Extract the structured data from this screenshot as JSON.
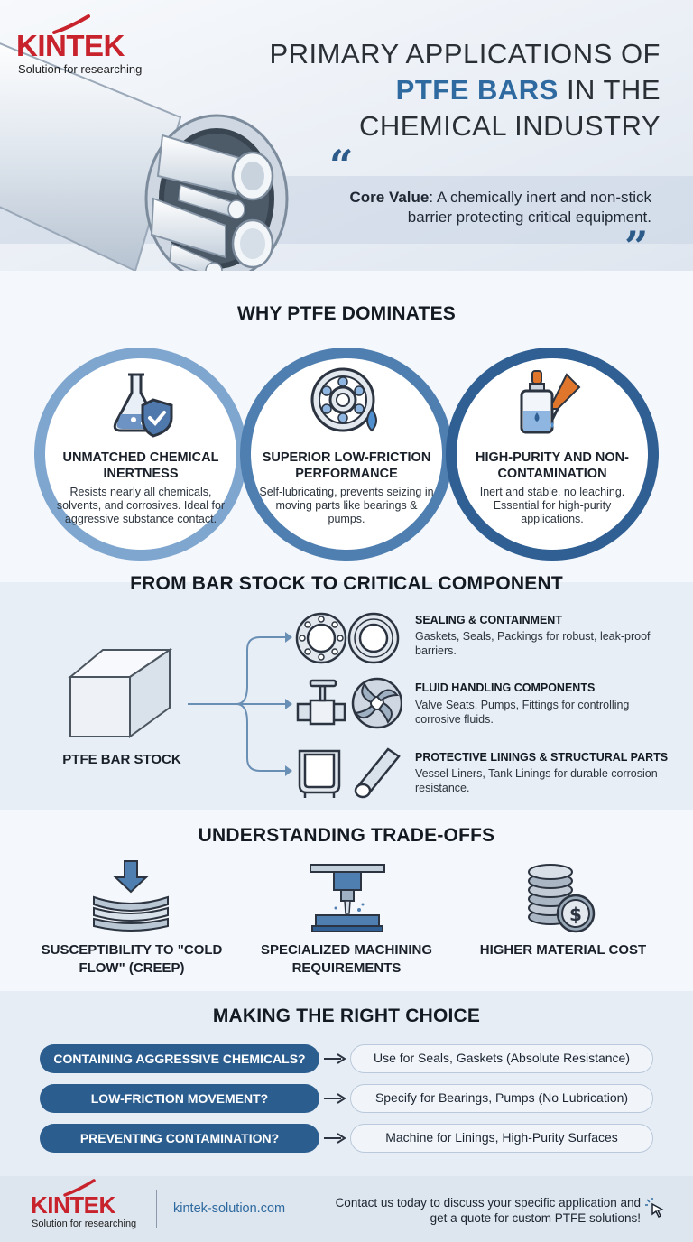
{
  "brand": {
    "name": "KINTEK",
    "tagline": "Solution for researching"
  },
  "header": {
    "title_line1": "PRIMARY APPLICATIONS OF",
    "title_highlight": "PTFE BARS",
    "title_line2_rest": " IN THE",
    "title_line3": "CHEMICAL INDUSTRY",
    "core_label": "Core Value",
    "core_text": ": A chemically inert and non-stick barrier protecting critical equipment.",
    "quote_open": "“",
    "quote_close": "”"
  },
  "why": {
    "heading": "WHY PTFE DOMINATES",
    "items": [
      {
        "title": "UNMATCHED CHEMICAL INERTNESS",
        "desc": "Resists nearly all chemicals, solvents, and corrosives. Ideal for aggressive substance contact.",
        "icon": "flask-shield-icon"
      },
      {
        "title": "SUPERIOR LOW-FRICTION PERFORMANCE",
        "desc": "Self-lubricating, prevents seizing in moving parts like bearings & pumps.",
        "icon": "bearing-icon"
      },
      {
        "title": "HIGH-PURITY AND NON-CONTAMINATION",
        "desc": "Inert and stable, no leaching. Essential for high-purity applications.",
        "icon": "dropper-bottle-icon"
      }
    ]
  },
  "components": {
    "heading": "FROM BAR STOCK TO CRITICAL COMPONENT",
    "source_label": "PTFE BAR STOCK",
    "items": [
      {
        "title": "SEALING & CONTAINMENT",
        "desc": "Gaskets, Seals, Packings for robust, leak-proof barriers.",
        "icon": "gasket-icon"
      },
      {
        "title": "FLUID HANDLING COMPONENTS",
        "desc": "Valve Seats, Pumps, Fittings for controlling corrosive fluids.",
        "icon": "valve-impeller-icon"
      },
      {
        "title": "PROTECTIVE LININGS & STRUCTURAL PARTS",
        "desc": "Vessel Liners, Tank Linings for durable corrosion resistance.",
        "icon": "vessel-pipe-icon"
      }
    ]
  },
  "tradeoffs": {
    "heading": "UNDERSTANDING TRADE-OFFS",
    "items": [
      {
        "label": "SUSCEPTIBILITY TO \"COLD FLOW\" (CREEP)",
        "icon": "compression-icon"
      },
      {
        "label": "SPECIALIZED MACHINING REQUIREMENTS",
        "icon": "milling-icon"
      },
      {
        "label": "HIGHER MATERIAL COST",
        "icon": "coins-icon"
      }
    ]
  },
  "choice": {
    "heading": "MAKING THE RIGHT CHOICE",
    "rows": [
      {
        "question": "CONTAINING AGGRESSIVE CHEMICALS?",
        "answer": "Use for Seals, Gaskets (Absolute Resistance)"
      },
      {
        "question": "LOW-FRICTION MOVEMENT?",
        "answer": "Specify for Bearings, Pumps (No Lubrication)"
      },
      {
        "question": "PREVENTING CONTAMINATION?",
        "answer": "Machine for Linings, High-Purity Surfaces"
      }
    ]
  },
  "footer": {
    "url": "kintek-solution.com",
    "cta": "Contact us today to discuss your specific application and get a quote for custom PTFE solutions!"
  },
  "colors": {
    "accent": "#2e6aa0",
    "dark_blue": "#2c5d8f",
    "brand_red": "#c8232c"
  }
}
